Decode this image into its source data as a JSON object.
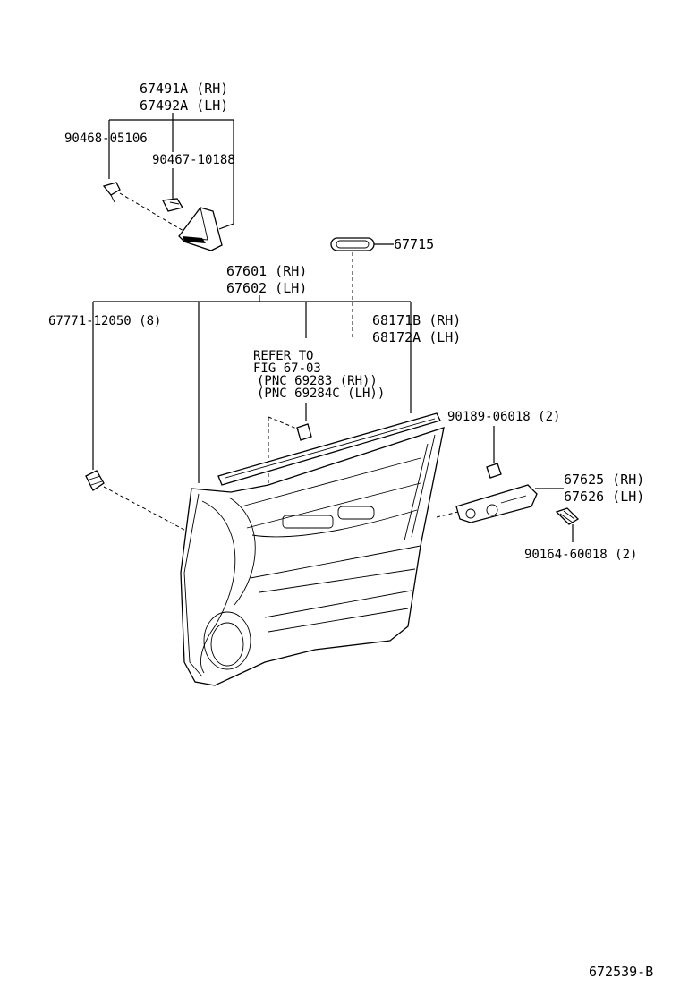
{
  "labels": {
    "p67491a": "67491A (RH)",
    "p67492a": "67492A (LH)",
    "p90468": "90468-05106",
    "p90467": "90467-10188",
    "p67715": "67715",
    "p67601": "67601 (RH)",
    "p67602": "67602 (LH)",
    "p67771": "67771-12050 (8)",
    "p68171b": "68171B (RH)",
    "p68172a": "68172A (LH)",
    "refer1": "REFER TO",
    "refer2": "FIG 67-03",
    "refer3": "(PNC 69283  (RH))",
    "refer4": "(PNC 69284C (LH))",
    "p90189": "90189-06018 (2)",
    "p67625": "67625 (RH)",
    "p67626": "67626 (LH)",
    "p90164": "90164-60018 (2)",
    "figure_id": "672539-B"
  }
}
